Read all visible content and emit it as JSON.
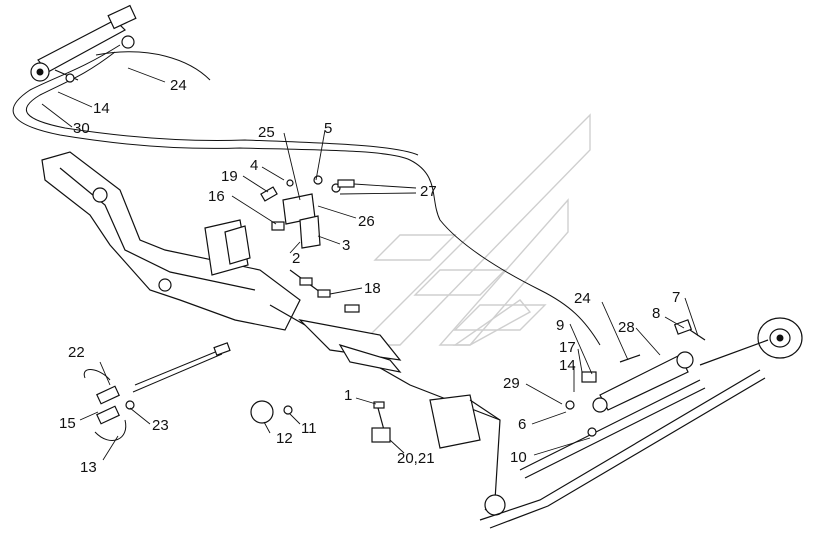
{
  "labels": {
    "l1": "1",
    "l2": "2",
    "l3": "3",
    "l4": "4",
    "l5": "5",
    "l6": "6",
    "l7": "7",
    "l8": "8",
    "l9": "9",
    "l10": "10",
    "l11": "11",
    "l12": "12",
    "l13": "13",
    "l14a": "14",
    "l14b": "14",
    "l15": "15",
    "l16": "16",
    "l17": "17",
    "l18": "18",
    "l19": "19",
    "l2021": "20,21",
    "l22": "22",
    "l23": "23",
    "l24a": "24",
    "l24b": "24",
    "l25": "25",
    "l26": "26",
    "l27": "27",
    "l28": "28",
    "l29": "29",
    "l30": "30"
  }
}
